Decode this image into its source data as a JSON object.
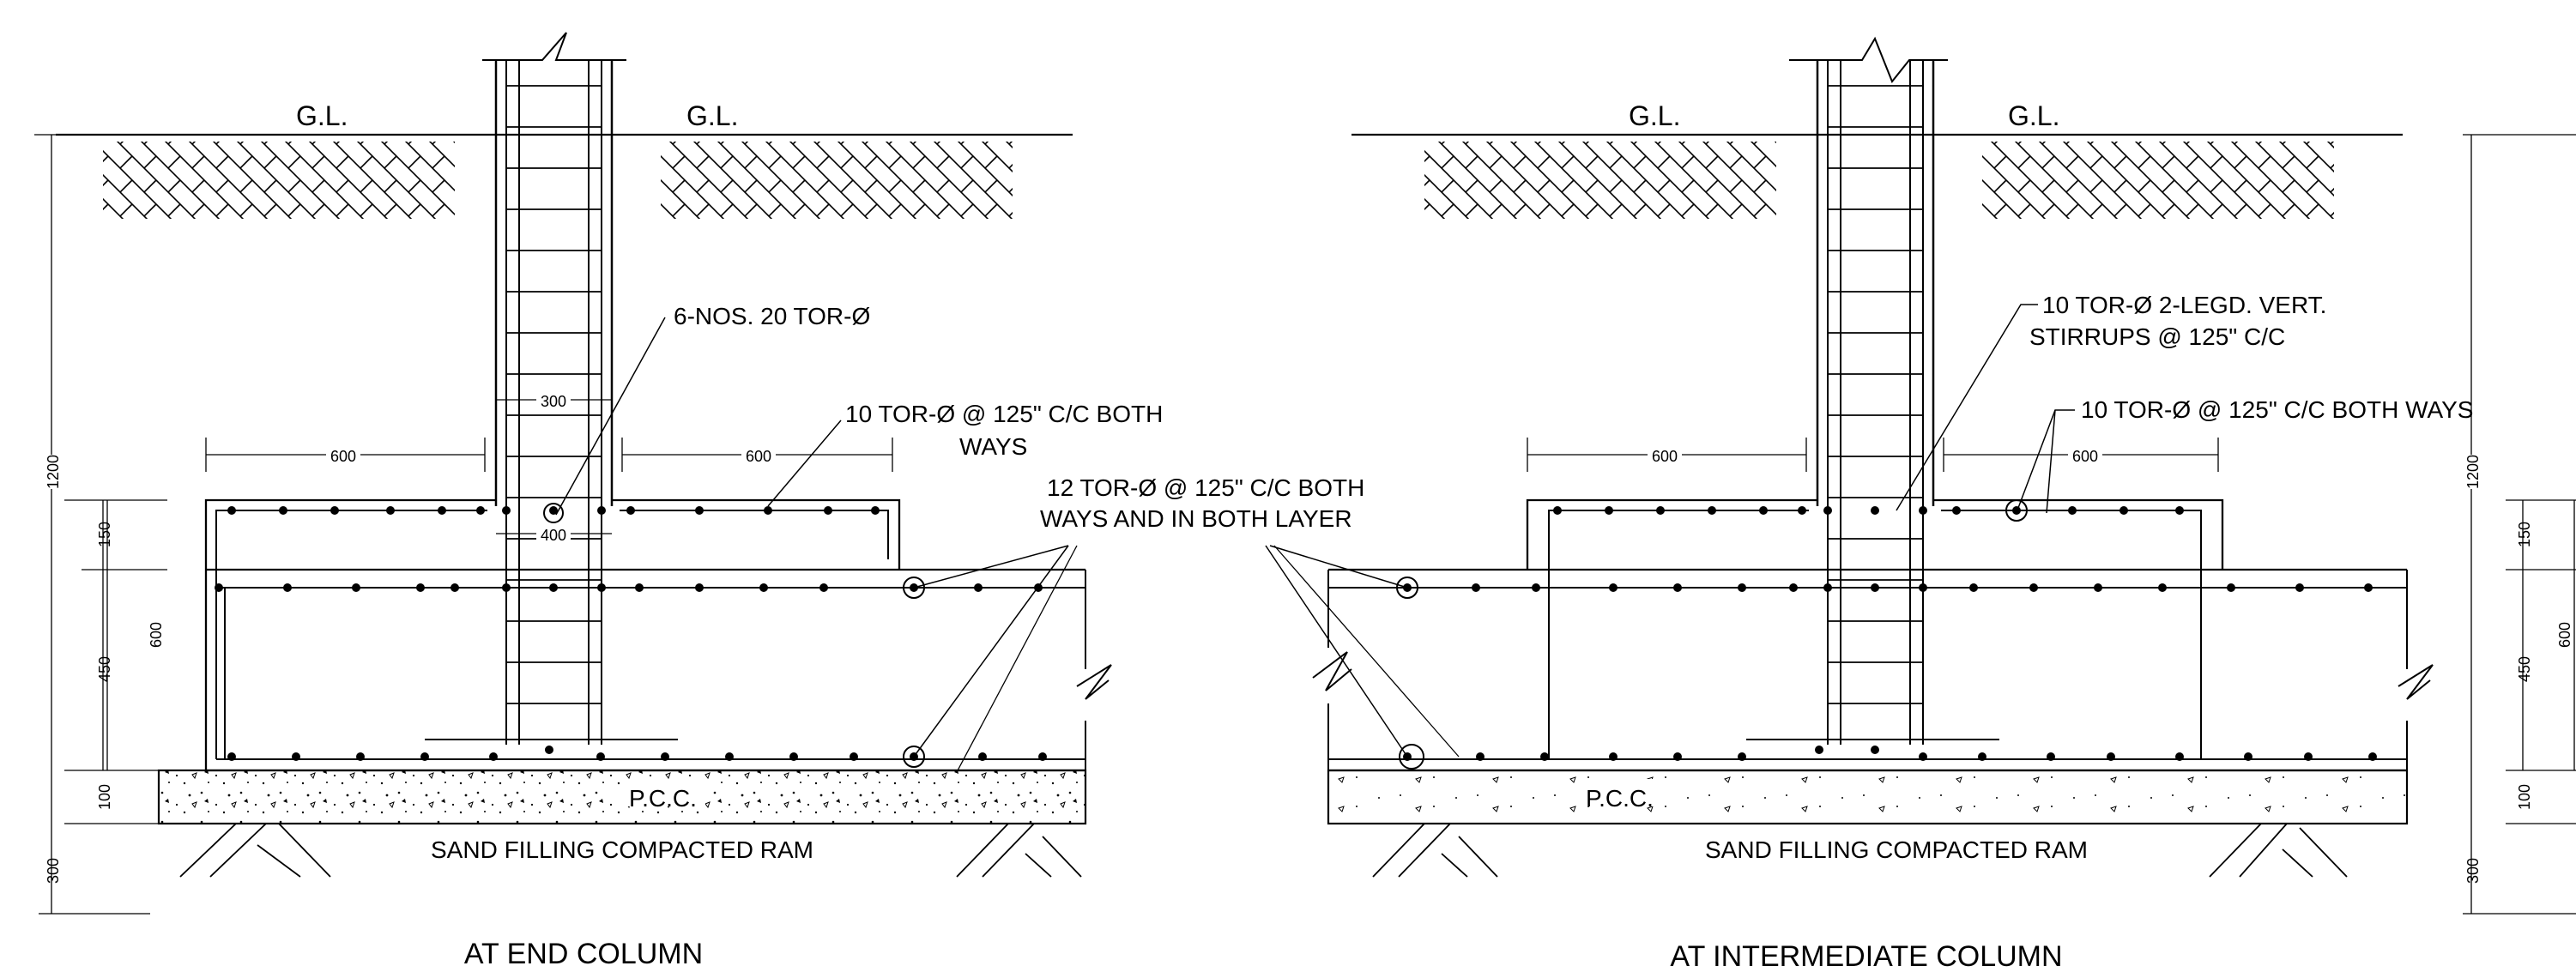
{
  "labels": {
    "gl": "G.L.",
    "pcc": "P.C.C.",
    "sand": "SAND FILLING COMPACTED RAM",
    "title_left": "AT END COLUMN",
    "title_right": "AT INTERMEDIATE COLUMN"
  },
  "notes": {
    "main_bars": "6-NOS. 20 TOR-Ø",
    "top_mesh_line1": "10 TOR-Ø @ 125\" C/C BOTH",
    "top_mesh_line2": "WAYS",
    "raft_mesh_line1": "12 TOR-Ø @ 125\" C/C BOTH",
    "raft_mesh_line2": "WAYS AND IN BOTH LAYER",
    "stirrups_line1": "10 TOR-Ø 2-LEGD. VERT.",
    "stirrups_line2": "STIRRUPS @ 125\" C/C",
    "top_mesh_right": "10 TOR-Ø @ 125\" C/C BOTH WAYS"
  },
  "dimensions": {
    "d300_col": "300",
    "d400": "400",
    "d600": "600",
    "d1200": "1200",
    "d150": "150",
    "d450": "450",
    "d100": "100",
    "d300": "300"
  }
}
